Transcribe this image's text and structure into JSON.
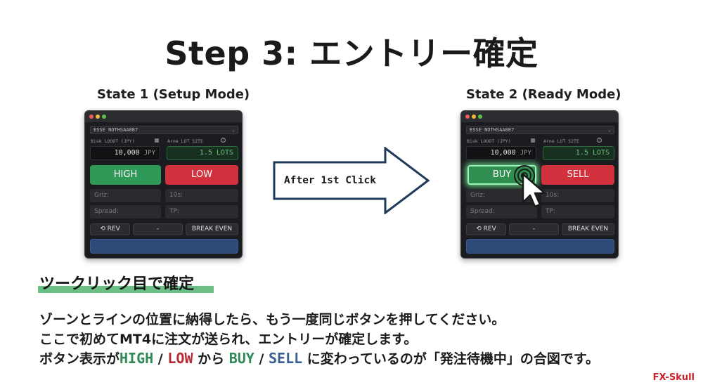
{
  "title": "Step 3: エントリー確定",
  "state1": {
    "label": "State 1 (Setup Mode)",
    "symbol": "ESSE NOTHSAA087",
    "risk_label": "Bisk LOOOT (JPY)",
    "lot_label": "Arne LOT S2TE",
    "risk_value": "10,000",
    "risk_unit": "JPY",
    "lot_value": "1.5 LOTS",
    "buy_button": "HIGH",
    "sell_button": "LOW",
    "field_1": "Griz:",
    "field_2": "10s:",
    "field_3": "Spread:",
    "field_4": "TP:",
    "rev_button": "REV",
    "middle_button": "-",
    "breakeven_button": "BREAK EVEN"
  },
  "arrow_label": "After 1st Click",
  "state2": {
    "label": "State 2 (Ready Mode)",
    "symbol": "ESSE NOTHSAA087",
    "risk_label": "Bisk LOOOT (JPY)",
    "lot_label": "Arne LOT S2TE",
    "risk_value": "10,000",
    "risk_unit": "JPY",
    "lot_value": "1.5 LOTS",
    "buy_button": "BUY",
    "sell_button": "SELL",
    "field_1": "Griz:",
    "field_2": "10s:",
    "field_3": "Spread:",
    "field_4": "TP:",
    "rev_button": "REV",
    "middle_button": "-",
    "breakeven_button": "BREAK EVEN"
  },
  "section_heading": "ツークリック目で確定",
  "body": {
    "line1": "ゾーンとラインの位置に納得したら、もう一度同じボタンを押してください。",
    "line2": "ここで初めてMT4に注文が送られ、エントリーが確定します。",
    "line3_a": "ボタン表示が",
    "kw_high": "HIGH",
    "slash_1": " / ",
    "kw_low": "LOW",
    "line3_b": " から ",
    "kw_buy": "BUY",
    "slash_2": " / ",
    "kw_sell": "SELL",
    "line3_c": " に変わっているのが「発注待機中」の合図です。"
  },
  "brand": "FX-Skull",
  "colors": {
    "green_button": "#2f9a57",
    "red_button": "#d1313d",
    "highlight_green": "#6bbf84",
    "keyword_green": "#2f8a56",
    "keyword_red": "#b42d35",
    "keyword_blue": "#3a5f95",
    "brand_red": "#c8232c"
  },
  "icons": [
    "window-close-dot",
    "window-minimize-dot",
    "window-zoom-dot",
    "chevron-down-icon",
    "lock-icon",
    "info-icon",
    "undo-icon",
    "arrow-right-icon",
    "click-ripple-icon",
    "mouse-cursor-icon"
  ]
}
